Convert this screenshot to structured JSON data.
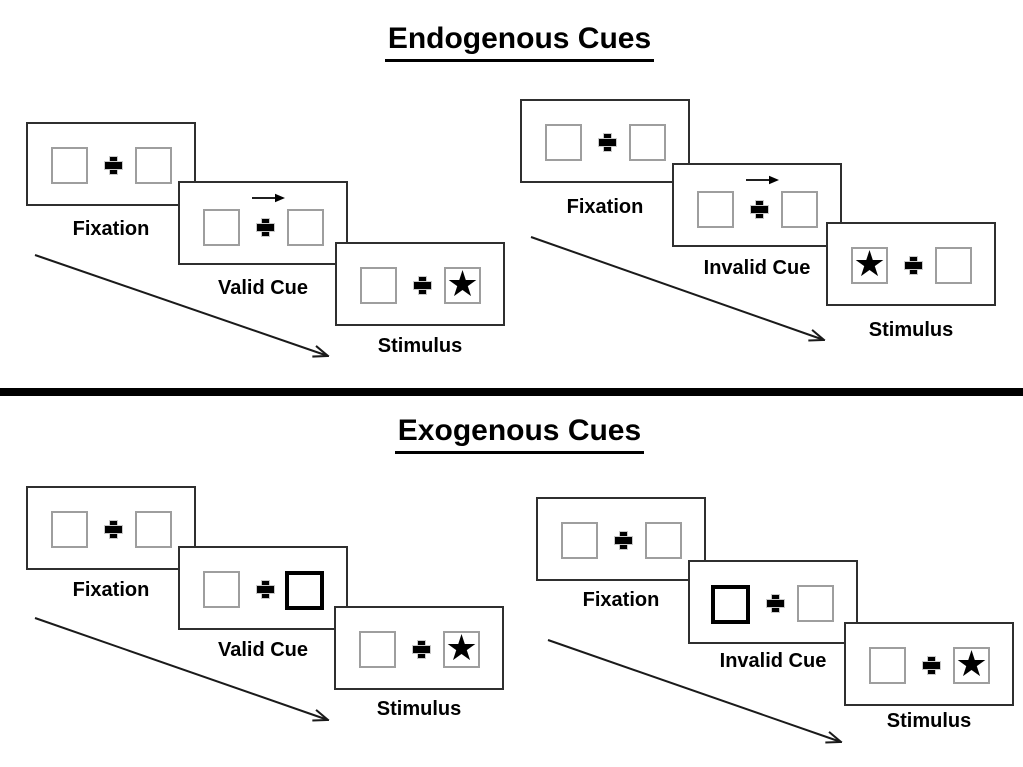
{
  "icons": {
    "star": "★",
    "fixation_cross": "plus",
    "endogenous_cue": "arrow-right"
  },
  "colors": {
    "background": "#ffffff",
    "ink": "#000000",
    "panel_border": "#2f2f2f",
    "placeholder_box_border": "#9e9e9e",
    "cued_box_border": "#000000"
  },
  "sections": [
    {
      "title": "Endogenous Cues",
      "groups": [
        {
          "name": "valid-trial",
          "panels": [
            {
              "label": "Fixation",
              "cue": "none",
              "star": "none"
            },
            {
              "label": "Valid Cue",
              "cue": "arrow-right",
              "star": "none"
            },
            {
              "label": "Stimulus",
              "cue": "none",
              "star": "right"
            }
          ]
        },
        {
          "name": "invalid-trial",
          "panels": [
            {
              "label": "Fixation",
              "cue": "none",
              "star": "none"
            },
            {
              "label": "Invalid Cue",
              "cue": "arrow-right",
              "star": "none"
            },
            {
              "label": "Stimulus",
              "cue": "none",
              "star": "left"
            }
          ]
        }
      ]
    },
    {
      "title": "Exogenous Cues",
      "groups": [
        {
          "name": "valid-trial",
          "panels": [
            {
              "label": "Fixation",
              "cue": "none",
              "star": "none"
            },
            {
              "label": "Valid Cue",
              "cue": "bold-box-right",
              "star": "none"
            },
            {
              "label": "Stimulus",
              "cue": "none",
              "star": "right"
            }
          ]
        },
        {
          "name": "invalid-trial",
          "panels": [
            {
              "label": "Fixation",
              "cue": "none",
              "star": "none"
            },
            {
              "label": "Invalid Cue",
              "cue": "bold-box-left",
              "star": "none"
            },
            {
              "label": "Stimulus",
              "cue": "none",
              "star": "right"
            }
          ]
        }
      ]
    }
  ]
}
